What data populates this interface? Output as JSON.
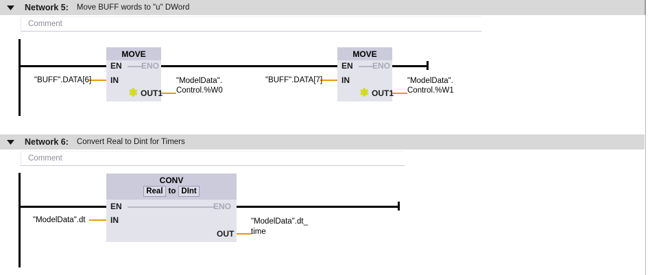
{
  "networks": [
    {
      "collapse_icon": "chevron-down-icon",
      "title": "Network 5:",
      "subtitle": "Move BUFF words to \"u\" DWord",
      "comment_placeholder": "Comment",
      "blocks": [
        {
          "name": "MOVE",
          "pins": {
            "en": "EN",
            "eno": "ENO",
            "in": "IN",
            "out1": "OUT1"
          },
          "add_output_icon": "asterisk-add-output-icon",
          "operand_in": "\"BUFF\".DATA[6]",
          "operand_out_line1": "\"ModelData\".",
          "operand_out_line2": "Control.%W0"
        },
        {
          "name": "MOVE",
          "pins": {
            "en": "EN",
            "eno": "ENO",
            "in": "IN",
            "out1": "OUT1"
          },
          "add_output_icon": "asterisk-add-output-icon",
          "operand_in": "\"BUFF\".DATA[7]",
          "operand_out_line1": "\"ModelData\".",
          "operand_out_line2": "Control.%W1"
        }
      ]
    },
    {
      "collapse_icon": "chevron-down-icon",
      "title": "Network 6:",
      "subtitle": "Convert Real to Dint for Timers",
      "comment_placeholder": "Comment",
      "blocks": [
        {
          "name": "CONV",
          "type_from": "Real",
          "type_to_label": "to",
          "type_to": "DInt",
          "pins": {
            "en": "EN",
            "eno": "ENO",
            "in": "IN",
            "out": "OUT"
          },
          "operand_in": "\"ModelData\".dt",
          "operand_out_line1": "\"ModelData\".dt_",
          "operand_out_line2": "time"
        }
      ]
    }
  ],
  "colors": {
    "header_band": "#d8d8d8",
    "block_body": "#e3e3ec",
    "block_title": "#cbcbdb",
    "wire_signal": "#e8990c",
    "wire_power": "#000000",
    "wire_eno_disabled": "#b8b8c4",
    "asterisk": "#d8e000"
  }
}
